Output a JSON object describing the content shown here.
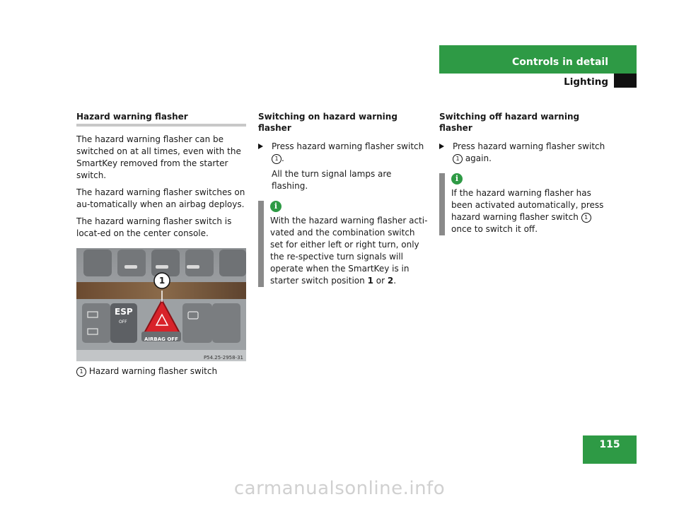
{
  "header": {
    "title": "Controls in detail",
    "subtitle": "Lighting",
    "page_number": "115"
  },
  "col1": {
    "heading": "Hazard warning flasher",
    "paragraphs": [
      "The hazard warning flasher can be switched on at all times, even with the SmartKey removed from the starter switch.",
      "The hazard warning flasher switches on au-tomatically when an airbag deploys.",
      "The hazard warning flasher switch is locat-ed on the center console."
    ],
    "photo": {
      "callout": "1",
      "esp_label": "ESP",
      "esp_sub": "OFF",
      "airbag_label": "AIRBAG OFF",
      "code": "P54.25-2958-31"
    },
    "caption_num": "1",
    "caption_text": "Hazard warning flasher switch"
  },
  "col2": {
    "heading": "Switching on hazard warning flasher",
    "step_text": "Press hazard warning flasher switch",
    "step_num": "1",
    "step_end": ".",
    "result": "All the turn signal lamps are flashing.",
    "note_icon": "i",
    "note_text": "With the hazard warning flasher acti-vated and the combination switch set for either left or right turn, only the re-spective turn signals will operate when the SmartKey is in starter switch position",
    "note_pos1": "1",
    "note_or": "or",
    "note_pos2": "2",
    "note_end": "."
  },
  "col3": {
    "heading": "Switching off hazard warning flasher",
    "step_text": "Press hazard warning flasher switch",
    "step_num": "1",
    "step_end": "again.",
    "note_icon": "i",
    "note_text1": "If the hazard warning flasher has been activated automatically, press hazard warning flasher switch",
    "note_num": "1",
    "note_text2": "once to switch it off."
  },
  "watermark": "carmanualsonline.info",
  "colors": {
    "accent_green": "#2e9a45",
    "hazard_red": "#d8232a",
    "note_bar": "#8a8a8a"
  }
}
